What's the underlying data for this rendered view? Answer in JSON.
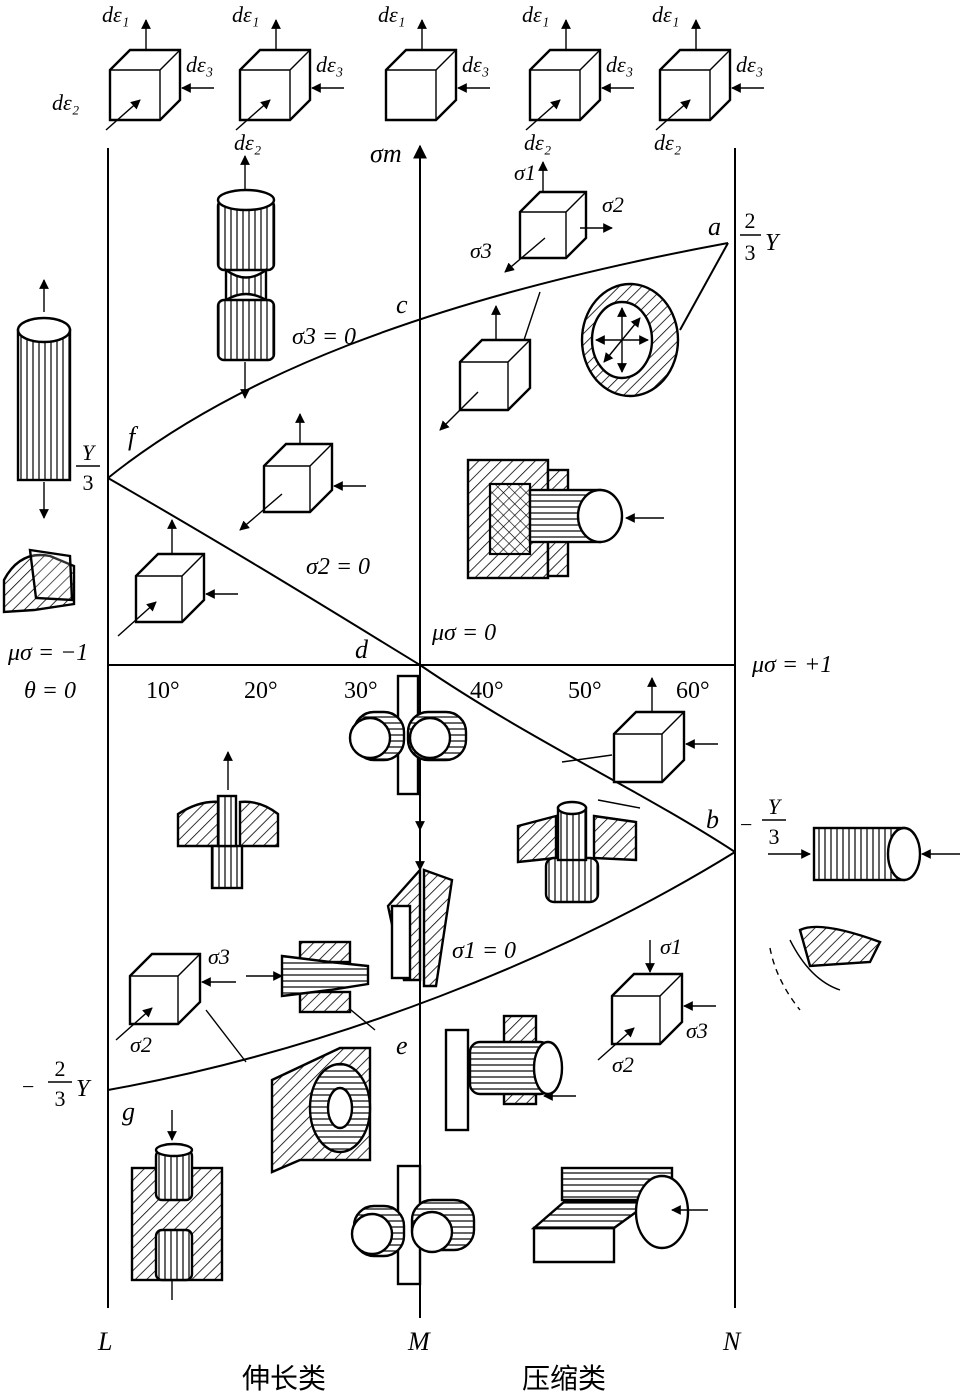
{
  "strain_cubes": [
    {
      "up": "dε₁",
      "side": "dε₃",
      "diag": "dε₂"
    },
    {
      "up": "dε₁",
      "side": "dε₃",
      "diag": "dε₂"
    },
    {
      "up": "dε₁",
      "side": "dε₃"
    },
    {
      "up": "dε₁",
      "side": "dε₃",
      "diag": "dε₂"
    },
    {
      "up": "dε₁",
      "side": "dε₃",
      "diag": "dε₂"
    }
  ],
  "axis": {
    "sigma_m": "σm",
    "left_line": "L",
    "mid_line": "M",
    "right_line": "N"
  },
  "values": {
    "a_label": "a",
    "a_value_num": "2",
    "a_value_den": "3",
    "a_value_sym": "Y",
    "f_label": "f",
    "f_value_num": "Y",
    "f_value_den": "3",
    "b_label": "b",
    "b_value_sign": "−",
    "b_value_num": "Y",
    "b_value_den": "3",
    "g_label": "g",
    "g_value_sign": "−",
    "g_value_num": "2",
    "g_value_den": "3",
    "g_value_sym": "Y"
  },
  "points": {
    "c": "c",
    "d": "d",
    "e": "e"
  },
  "curves": {
    "sigma3_zero": "σ3 = 0",
    "sigma2_zero": "σ2 = 0",
    "sigma1_zero": "σ1 = 0"
  },
  "lode": {
    "left": "μσ = −1",
    "right": "μσ = +1",
    "center": "μσ = 0",
    "theta": "θ = 0"
  },
  "angles": [
    "10°",
    "20°",
    "30°",
    "40°",
    "50°",
    "60°"
  ],
  "stress_cube_top": {
    "s1": "σ1",
    "s2": "σ2",
    "s3": "σ3"
  },
  "stress_cube_left": {
    "s3": "σ3",
    "s2": "σ2"
  },
  "stress_cube_right": {
    "s1": "σ1",
    "s3": "σ3",
    "s2": "σ2"
  },
  "categories": {
    "left": "伸长类",
    "right": "压缩类"
  }
}
